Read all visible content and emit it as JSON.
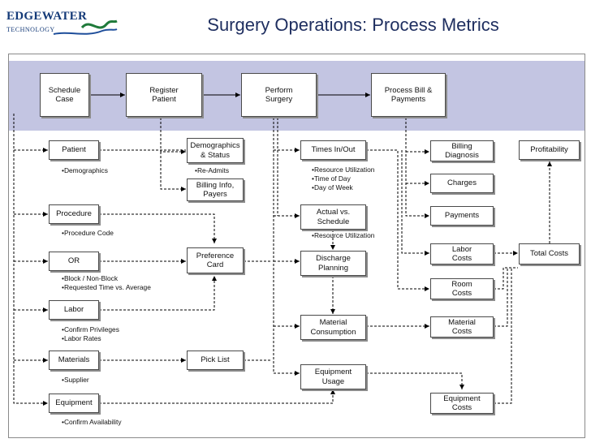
{
  "header": {
    "logo_line1": "EDGEWATER",
    "logo_line2": "TECHNOLOGY",
    "title": "Surgery Operations: Process Metrics"
  },
  "process": {
    "schedule_case": "Schedule\nCase",
    "register_patient": "Register\nPatient",
    "perform_surgery": "Perform\nSurgery",
    "process_bill": "Process Bill &\nPayments"
  },
  "entities": {
    "patient": "Patient",
    "procedure": "Procedure",
    "or": "OR",
    "labor": "Labor",
    "materials": "Materials",
    "equipment": "Equipment"
  },
  "entity_notes": {
    "patient": [
      "Demographics"
    ],
    "procedure": [
      "Procedure Code"
    ],
    "or": [
      "Block / Non-Block",
      "Requested Time vs. Average"
    ],
    "labor": [
      "Confirm Privileges",
      "Labor Rates"
    ],
    "materials": [
      "Supplier"
    ],
    "equipment": [
      "Confirm Availability"
    ]
  },
  "middle": {
    "demographics_status": "Demographics\n& Status",
    "demographics_note": [
      "Re-Admits"
    ],
    "billing_info": "Billing Info,\nPayers",
    "preference_card": "Preference\nCard",
    "pick_list": "Pick List"
  },
  "surgery_metrics": {
    "times_in_out": "Times In/Out",
    "times_note": [
      "Resource Utilization",
      "Time of Day",
      "Day of Week"
    ],
    "actual_vs_schedule": "Actual vs.\nSchedule",
    "actual_note": [
      "Resource Utilization"
    ],
    "discharge_planning": "Discharge\nPlanning",
    "material_consumption": "Material\nConsumption",
    "equipment_usage": "Equipment\nUsage"
  },
  "financial": {
    "billing_diagnosis": "Billing\nDiagnosis",
    "charges": "Charges",
    "payments": "Payments",
    "labor_costs": "Labor\nCosts",
    "room_costs": "Room\nCosts",
    "material_costs": "Material\nCosts",
    "equipment_costs": "Equipment\nCosts"
  },
  "outcomes": {
    "profitability": "Profitability",
    "total_costs": "Total Costs"
  },
  "colors": {
    "band": "#c3c5e2",
    "title": "#1f2f60",
    "logo": "#143a78"
  }
}
